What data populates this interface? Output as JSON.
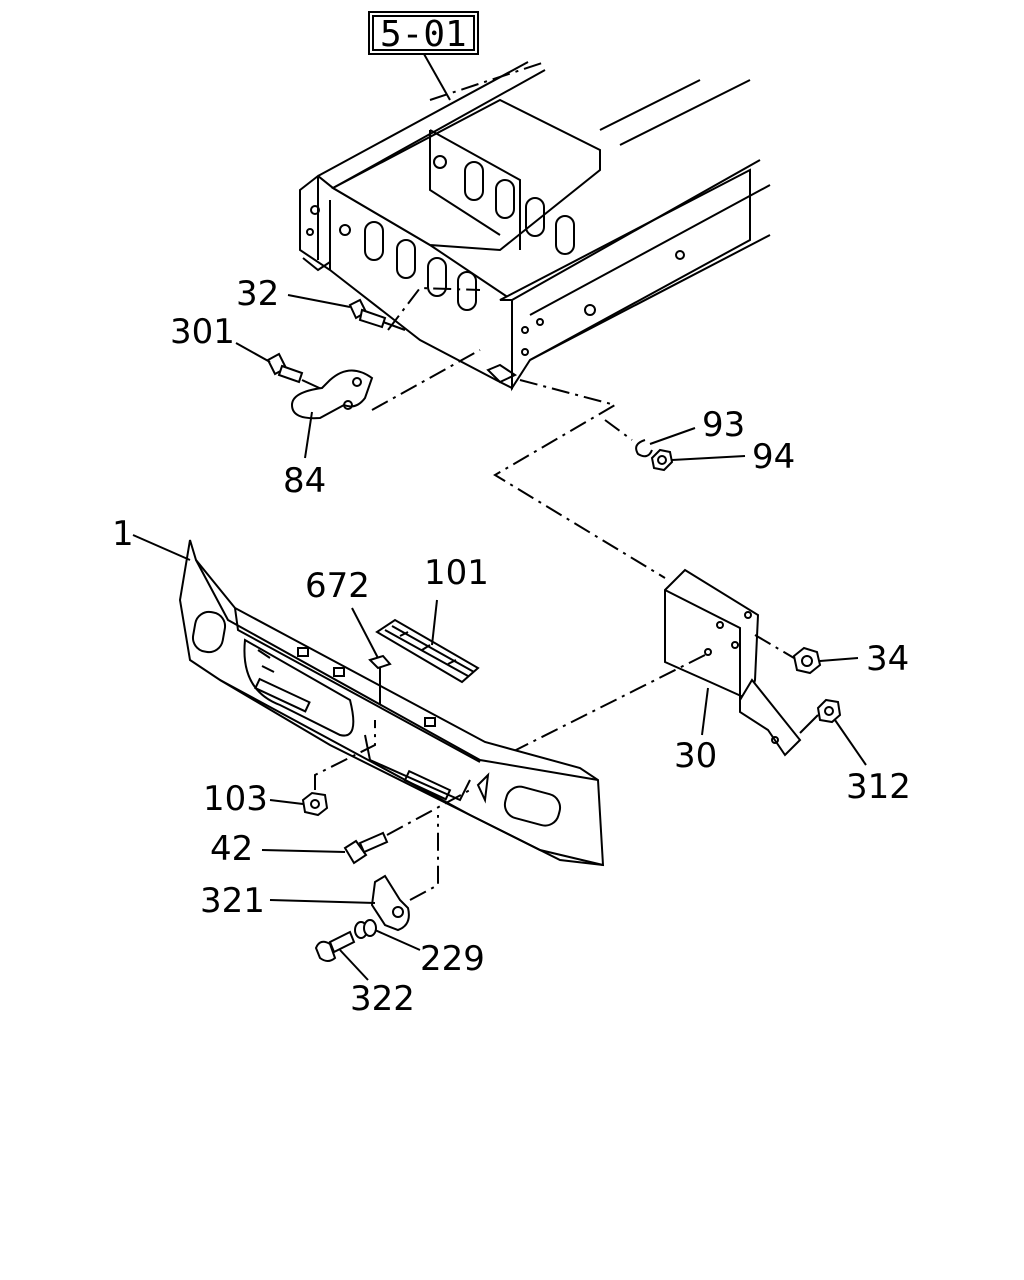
{
  "diagram": {
    "reference": "5-01",
    "callouts": {
      "c1": "1",
      "c30": "30",
      "c32": "32",
      "c34": "34",
      "c42": "42",
      "c84": "84",
      "c93": "93",
      "c94": "94",
      "c101": "101",
      "c103": "103",
      "c229": "229",
      "c301": "301",
      "c312": "312",
      "c321": "321",
      "c322": "322",
      "c672": "672"
    }
  }
}
